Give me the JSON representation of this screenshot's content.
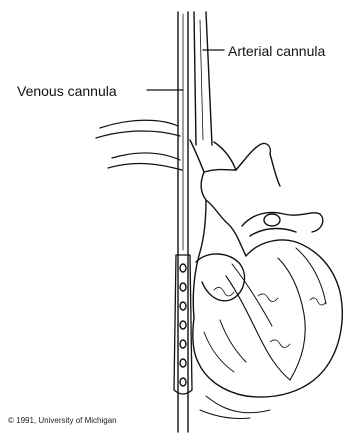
{
  "labels": {
    "arterial": "Arterial cannula",
    "venous": "Venous cannula",
    "copyright": "© 1991, University of Michigan"
  },
  "colors": {
    "ink": "#111111",
    "background": "#ffffff"
  }
}
